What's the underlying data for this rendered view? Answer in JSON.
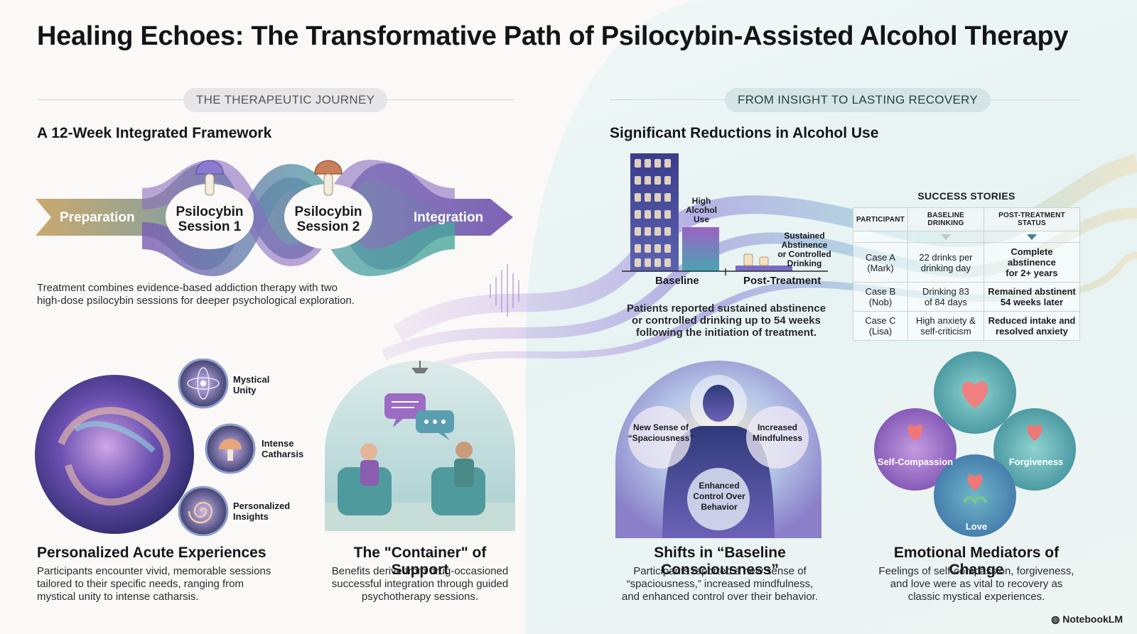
{
  "title": "Healing Echoes: The Transformative Path of Psilocybin-Assisted Alcohol Therapy",
  "left_section": {
    "pill": "THE THERAPEUTIC JOURNEY",
    "heading": "A 12-Week Integrated Framework",
    "stages": {
      "preparation": "Preparation",
      "session1_line1": "Psilocybin",
      "session1_line2": "Session 1",
      "session2_line1": "Psilocybin",
      "session2_line2": "Session 2",
      "integration": "Integration"
    },
    "description_line1": "Treatment combines evidence-based addiction therapy with two",
    "description_line2": "high-dose psilocybin sessions for deeper psychological exploration."
  },
  "right_section": {
    "pill": "FROM INSIGHT TO LASTING RECOVERY",
    "heading": "Significant Reductions in Alcohol Use",
    "chart": {
      "high_label_1": "High",
      "high_label_2": "Alcohol",
      "high_label_3": "Use",
      "low_label_1": "Sustained",
      "low_label_2": "Abstinence",
      "low_label_3": "or Controlled",
      "low_label_4": "Drinking",
      "baseline": "Baseline",
      "post": "Post-Treatment"
    },
    "caption_line1": "Patients reported sustained abstinence",
    "caption_line2": "or controlled drinking up to 54 weeks",
    "caption_line3": "following the initiation of treatment.",
    "success": {
      "title": "SUCCESS STORIES",
      "headers": [
        "PARTICIPANT",
        "BASELINE DRINKING",
        "POST-TREATMENT STATUS"
      ],
      "rows": [
        {
          "p1": "Case A",
          "p2": "(Mark)",
          "b1": "22 drinks per",
          "b2": "drinking day",
          "s1": "Complete abstinence",
          "s2": "for 2+ years"
        },
        {
          "p1": "Case B",
          "p2": "(Nob)",
          "b1": "Drinking 83",
          "b2": "of 84 days",
          "s1": "Remained abstinent",
          "s2": "54 weeks later"
        },
        {
          "p1": "Case C",
          "p2": "(Lisa)",
          "b1": "High anxiety &",
          "b2": "self-criticism",
          "s1": "Reduced intake and",
          "s2": "resolved anxiety"
        }
      ]
    }
  },
  "panels": {
    "acute": {
      "heading": "Personalized Acute Experiences",
      "l1": "Participants encounter vivid, memorable sessions",
      "l2": "tailored to their specific needs, ranging from",
      "l3": "mystical unity to intense catharsis.",
      "c1a": "Mystical",
      "c1b": "Unity",
      "c2a": "Intense",
      "c2b": "Catharsis",
      "c3a": "Personalized",
      "c3b": "Insights"
    },
    "container": {
      "heading": "The \"Container\" of Support",
      "l1": "Benefits derive from drug-occasioned",
      "l2": "successful integration through guided",
      "l3": "psychotherapy sessions."
    },
    "shifts": {
      "heading": "Shifts in “Baseline Consciousness”",
      "l1": "Participants reported a new sense of",
      "l2": "“spaciousness,” increased mindfulness,",
      "l3": "and enhanced control over their behavior.",
      "a1": "New Sense of",
      "a2": "“Spaciousness”",
      "b1": "Increased",
      "b2": "Mindfulness",
      "c1": "Enhanced",
      "c2": "Control Over",
      "c3": "Behavior"
    },
    "emotional": {
      "heading": "Emotional Mediators of Change",
      "l1": "Feelings of self-compassion, forgiveness,",
      "l2": "and love were as vital to recovery as",
      "l3": "classic mystical experiences.",
      "self": "Self-Compassion",
      "forgive": "Forgiveness",
      "love": "Love"
    }
  },
  "brand": "NotebookLM",
  "colors": {
    "purple": "#7a56b0",
    "teal": "#3f9aa0",
    "tan": "#c6a36a",
    "tower": "#4a4a96"
  }
}
